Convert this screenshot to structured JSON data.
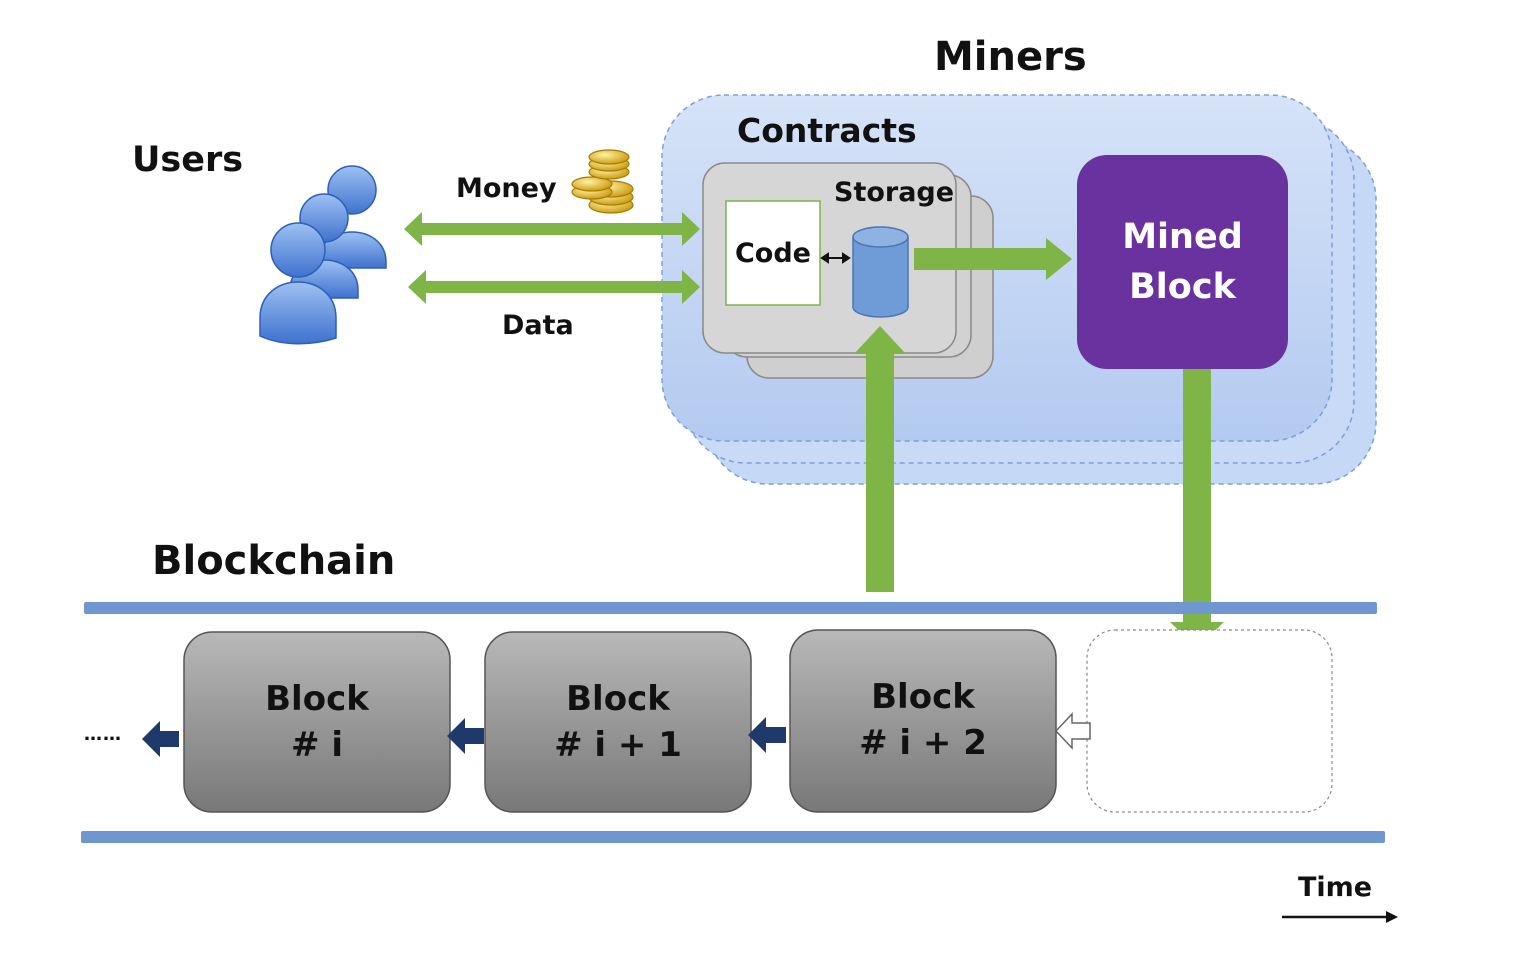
{
  "title": "Miners",
  "contracts_label": "Contracts",
  "users_label": "Users",
  "money_label": "Money",
  "data_label": "Data",
  "storage_label": "Storage",
  "code_label": "Code",
  "mined_block": {
    "line1": "Mined",
    "line2": "Block"
  },
  "blockchain_label": "Blockchain",
  "blocks": [
    {
      "line1": "Block",
      "line2": "# i"
    },
    {
      "line1": "Block",
      "line2": "# i + 1"
    },
    {
      "line1": "Block",
      "line2": "# i + 2"
    }
  ],
  "ellipsis": "……",
  "time_label": "Time",
  "colors": {
    "miners_bg": "#c4d6f4",
    "contract_card": "#d4d4d4",
    "storage_cylinder": "#6f9bd6",
    "mined_block": "#6a329f",
    "green_arrow": "#7fb446",
    "rail": "#6f96cf",
    "block_top": "#b5b5b5",
    "block_bottom": "#7a7a7a",
    "chain_arrow": "#1f3a6a"
  }
}
